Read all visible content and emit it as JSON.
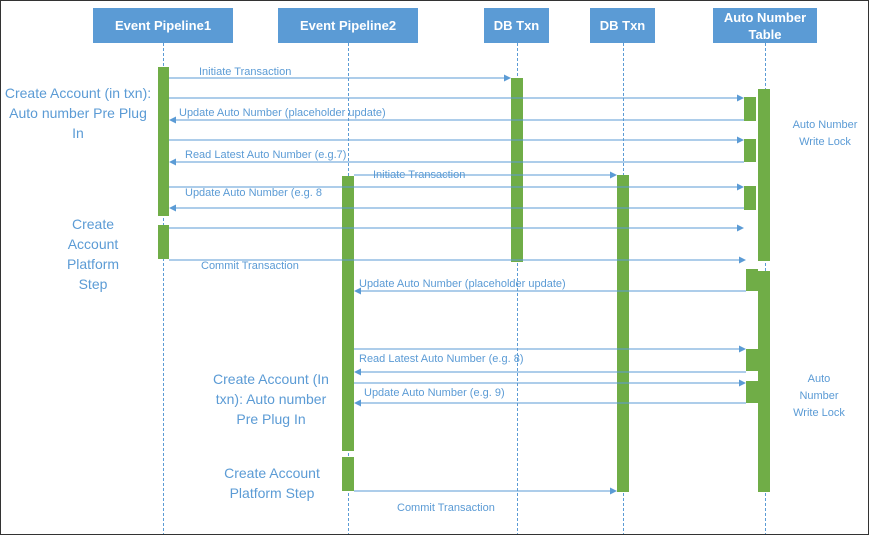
{
  "lifelines": [
    {
      "id": "ep1",
      "label": "Event Pipeline1"
    },
    {
      "id": "ep2",
      "label": "Event Pipeline2"
    },
    {
      "id": "db1",
      "label": "DB Txn"
    },
    {
      "id": "db2",
      "label": "DB Txn"
    },
    {
      "id": "ant",
      "label": "Auto Number Table"
    }
  ],
  "notes": {
    "ep1_preplugin": "Create Account (in txn): Auto number Pre Plug In",
    "ep1_platform": "Create Account Platform Step",
    "ep2_preplugin": "Create Account (In txn): Auto number Pre Plug In",
    "ep2_platform": "Create Account Platform Step",
    "lock1": "Auto Number Write Lock",
    "lock2": "Auto Number Write Lock"
  },
  "messages": [
    {
      "from": "ep1",
      "to": "db1",
      "label": "Initiate Transaction"
    },
    {
      "from": "ep1",
      "to": "ant",
      "label": ""
    },
    {
      "from": "ant",
      "to": "ep1",
      "label": "Update Auto Number (placeholder update)"
    },
    {
      "from": "ep1",
      "to": "ant",
      "label": ""
    },
    {
      "from": "ant",
      "to": "ep1",
      "label": "Read Latest Auto Number (e.g.7)"
    },
    {
      "from": "ep2",
      "to": "db2",
      "label": "Initiate Transaction"
    },
    {
      "from": "ep1",
      "to": "ant",
      "label": ""
    },
    {
      "from": "ant",
      "to": "ep1",
      "label": "Update Auto Number (e.g. 8"
    },
    {
      "from": "ep1",
      "to": "ant",
      "label": ""
    },
    {
      "from": "ep1",
      "to": "ant",
      "label": "Commit Transaction"
    },
    {
      "from": "ant",
      "to": "ep2",
      "label": "Update Auto Number (placeholder update)"
    },
    {
      "from": "ep2",
      "to": "ant",
      "label": ""
    },
    {
      "from": "ant",
      "to": "ep2",
      "label": "Read Latest Auto Number (e.g. 8)"
    },
    {
      "from": "ep2",
      "to": "ant",
      "label": ""
    },
    {
      "from": "ant",
      "to": "ep2",
      "label": "Update Auto Number (e.g. 9)"
    },
    {
      "from": "ep2",
      "to": "db2",
      "label": "Commit Transaction"
    }
  ]
}
